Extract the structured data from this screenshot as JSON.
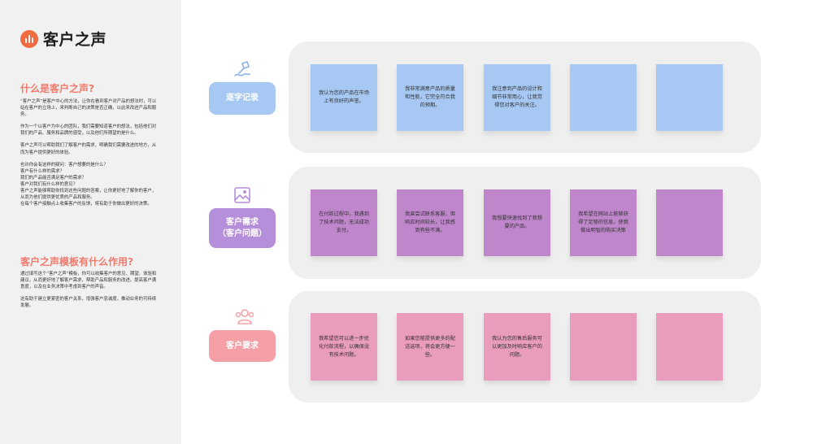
{
  "app": {
    "title": "客户之声"
  },
  "colors": {
    "accent": "#ef6b40",
    "heading": "#f07a6c",
    "row1": "#a6c8f3",
    "row2": "#bf86cc",
    "row3": "#e99cbc",
    "label1": "#a6c8f3",
    "label2": "#b68fdb",
    "label3": "#f4a0a6"
  },
  "sidebar": {
    "section1": {
      "title": "什么是客户之声?",
      "paragraphs": [
        "“客户之声”是客户中心的方法，让你在看到客户对产品的想法时，可以站在客户的立场上，来判断自己的决策是否正确，以此来改进产品和服务。",
        "作为一个以客户为中心的团队，我们需要知道客户的想法，包括他们对我们的产品、服务和品牌的感受，以及他们所期望的是什么。",
        "客户之声可以帮助我们了解客户的需求，明确我们需要改进的地方，从而为客户提供更好的体验。",
        "也许你会有这样的疑问：客户想要的是什么？\n客户有什么样的需求？\n我们的产品能否满足客户的需求？\n客户对我们有什么样的意见？\n客户之声能够帮助你找到这些问题的答案，让你更好地了解你的客户，从而为他们提供更优质的产品和服务。\n在每个客户接触点上收集客户的反馈，将有助于你做出更好的决策。"
      ]
    },
    "section2": {
      "title": "客户之声模板有什么作用?",
      "paragraphs": [
        "通过填写这个“客户之声”模板，你可以收集客户的意见、期望、体验和建议，从而更好地了解客户需求，帮助产品和服务的改进。提高客户满意度，以及在业务决策中考虑到客户的声音。",
        "这有助于建立更紧密的客户关系，增强客户忠诚度，推动业务的可持续发展。"
      ]
    }
  },
  "rows": [
    {
      "label": "逐字记录",
      "icon": "pen-icon",
      "notes": [
        "我认为您的产品在市场上有良好的声誉。",
        "我非常满意产品的质量和性能，它完全符合我的预期。",
        "我注意到产品的设计和细节非常用心，让我觉得您对客户的关注。",
        "",
        ""
      ]
    },
    {
      "label": "客户需求\n（客户问题）",
      "icon": "picture-icon",
      "notes": [
        "在付款过程中，我遇到了技术问题，无法成功支付。",
        "我曾尝试联系客服，但响应时间较长，让我感到有些不满。",
        "我想要快速找到了我想要的产品。",
        "我希望在网站上能够获得了足够的信息，使我做出明智的购买决策",
        ""
      ]
    },
    {
      "label": "客户要求",
      "icon": "people-icon",
      "notes": [
        "我希望您可以进一步优化付款流程，以确保没有技术问题。",
        "如果您能提供更多的配送选项，将会更方便一些。",
        "我认为您的售后服务可以更加及时响应客户的问题。",
        "",
        ""
      ]
    }
  ]
}
